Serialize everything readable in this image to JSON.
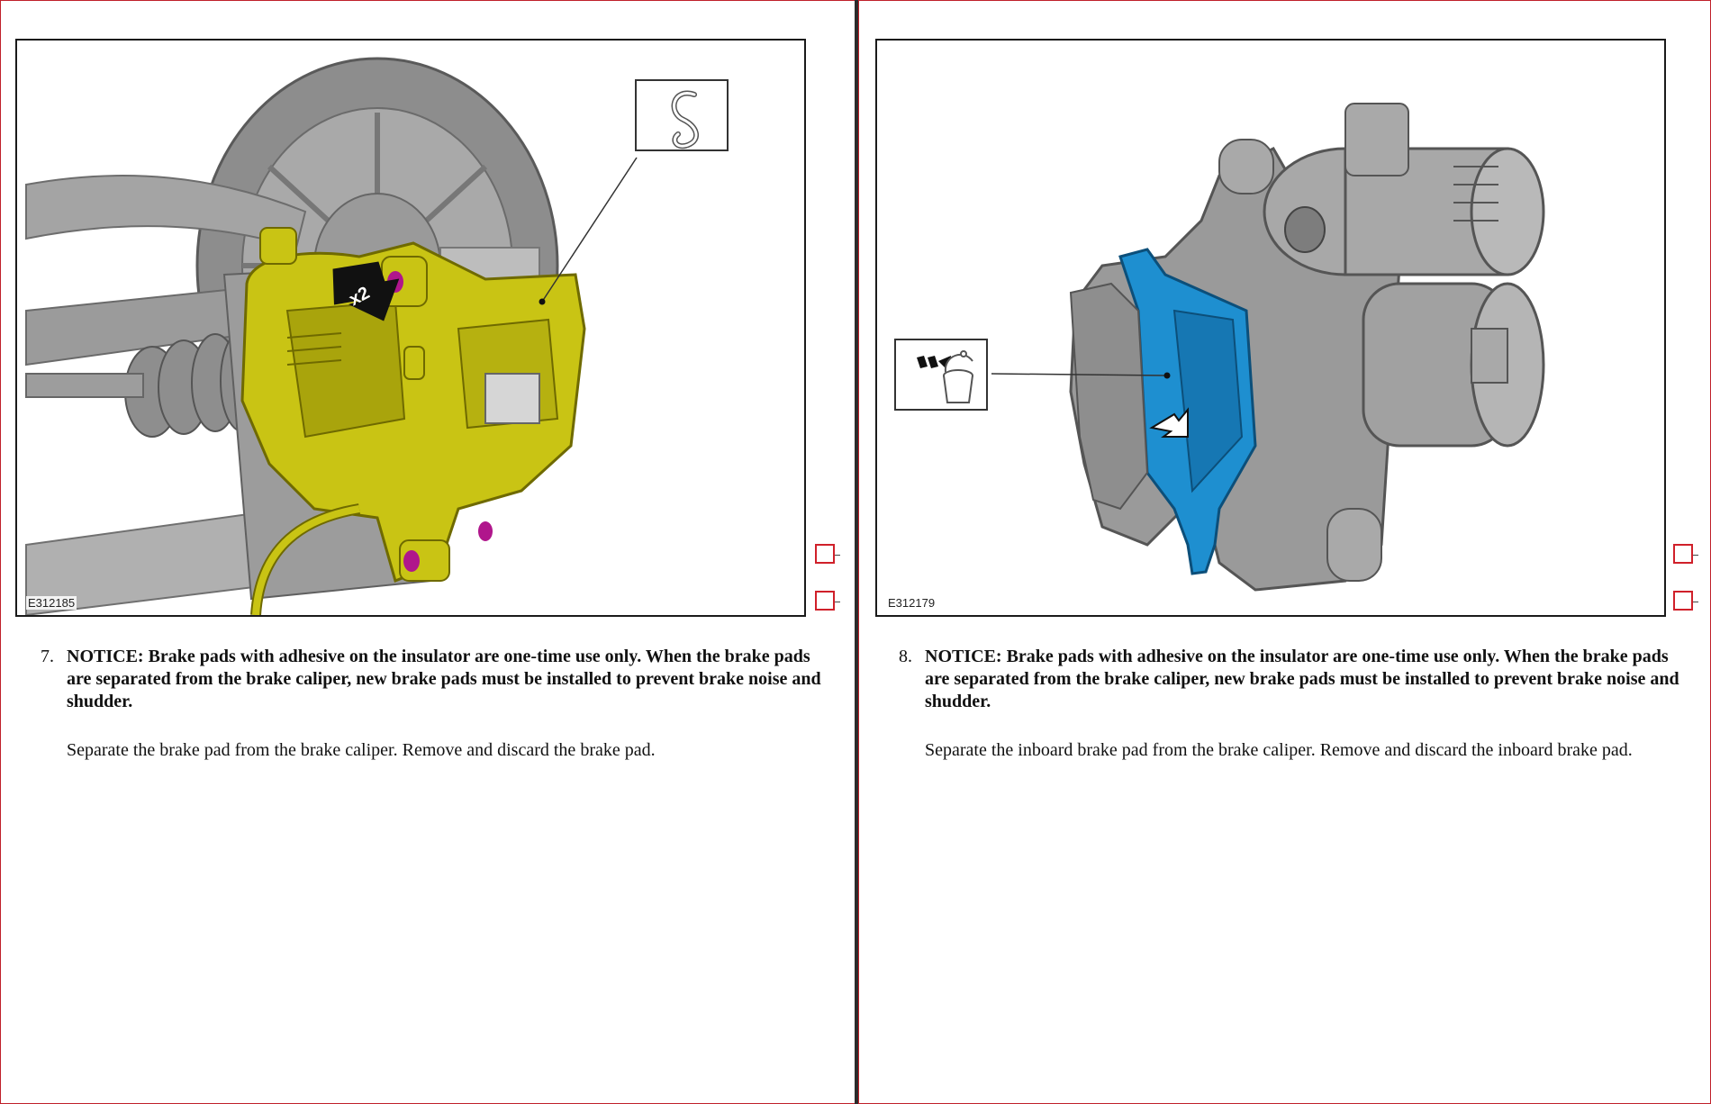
{
  "pages": [
    {
      "figure_id": "E312185",
      "callout_icon": "s-hook-icon",
      "multiplier_label": "x2",
      "step_number": "7.",
      "notice": "NOTICE: Brake pads with adhesive on the insulator are one-time use only. When the brake pads are separated from the brake caliper, new brake pads must be installed to prevent brake noise and shudder.",
      "instruction": "Separate the brake pad from the brake caliper. Remove and discard the brake pad."
    },
    {
      "figure_id": "E312179",
      "callout_icon": "discard-bin-icon",
      "step_number": "8.",
      "notice": "NOTICE: Brake pads with adhesive on the insulator are one-time use only. When the brake pads are separated from the brake caliper, new brake pads must be installed to prevent brake noise and shudder.",
      "instruction": "Separate the inboard brake pad from the brake caliper. Remove and discard the inboard brake pad."
    }
  ],
  "colors": {
    "caliper_yellow": "#c9c414",
    "pad_blue": "#1e8fd0",
    "checkbox_red": "#d0202a",
    "page_border": "#c0202a"
  }
}
